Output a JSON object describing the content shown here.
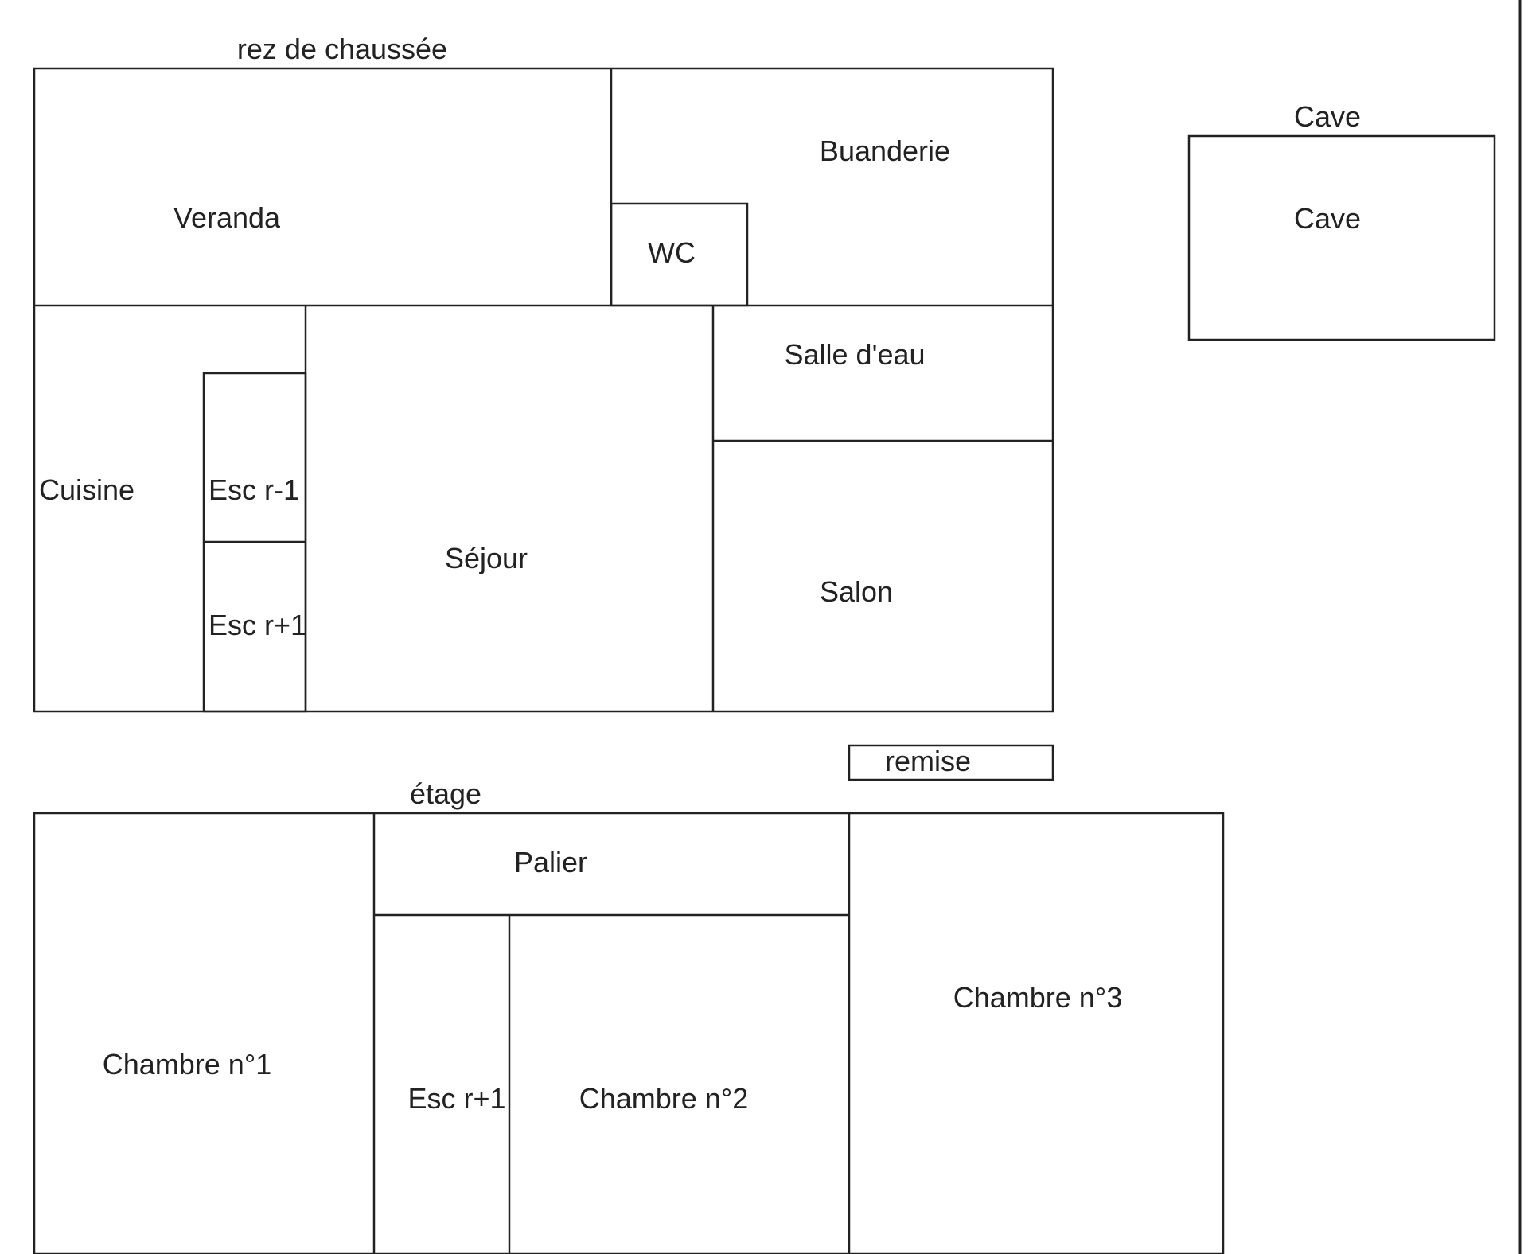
{
  "floors": {
    "ground_title": "rez de chaussée",
    "upper_title": "étage",
    "cellar_title": "Cave"
  },
  "rooms": {
    "veranda": "Veranda",
    "buanderie": "Buanderie",
    "wc": "WC",
    "salle_eau": "Salle d'eau",
    "cuisine": "Cuisine",
    "esc_r_minus_1": "Esc r-1",
    "esc_r_plus_1_ground": "Esc r+1",
    "sejour": "Séjour",
    "salon": "Salon",
    "remise": "remise",
    "cave": "Cave",
    "palier": "Palier",
    "chambre_1": "Chambre n°1",
    "esc_r_plus_1_upper": "Esc r+1",
    "chambre_2": "Chambre n°2",
    "chambre_3": "Chambre n°3"
  },
  "colors": {
    "lines": "#222222",
    "background": "#ffffff"
  }
}
